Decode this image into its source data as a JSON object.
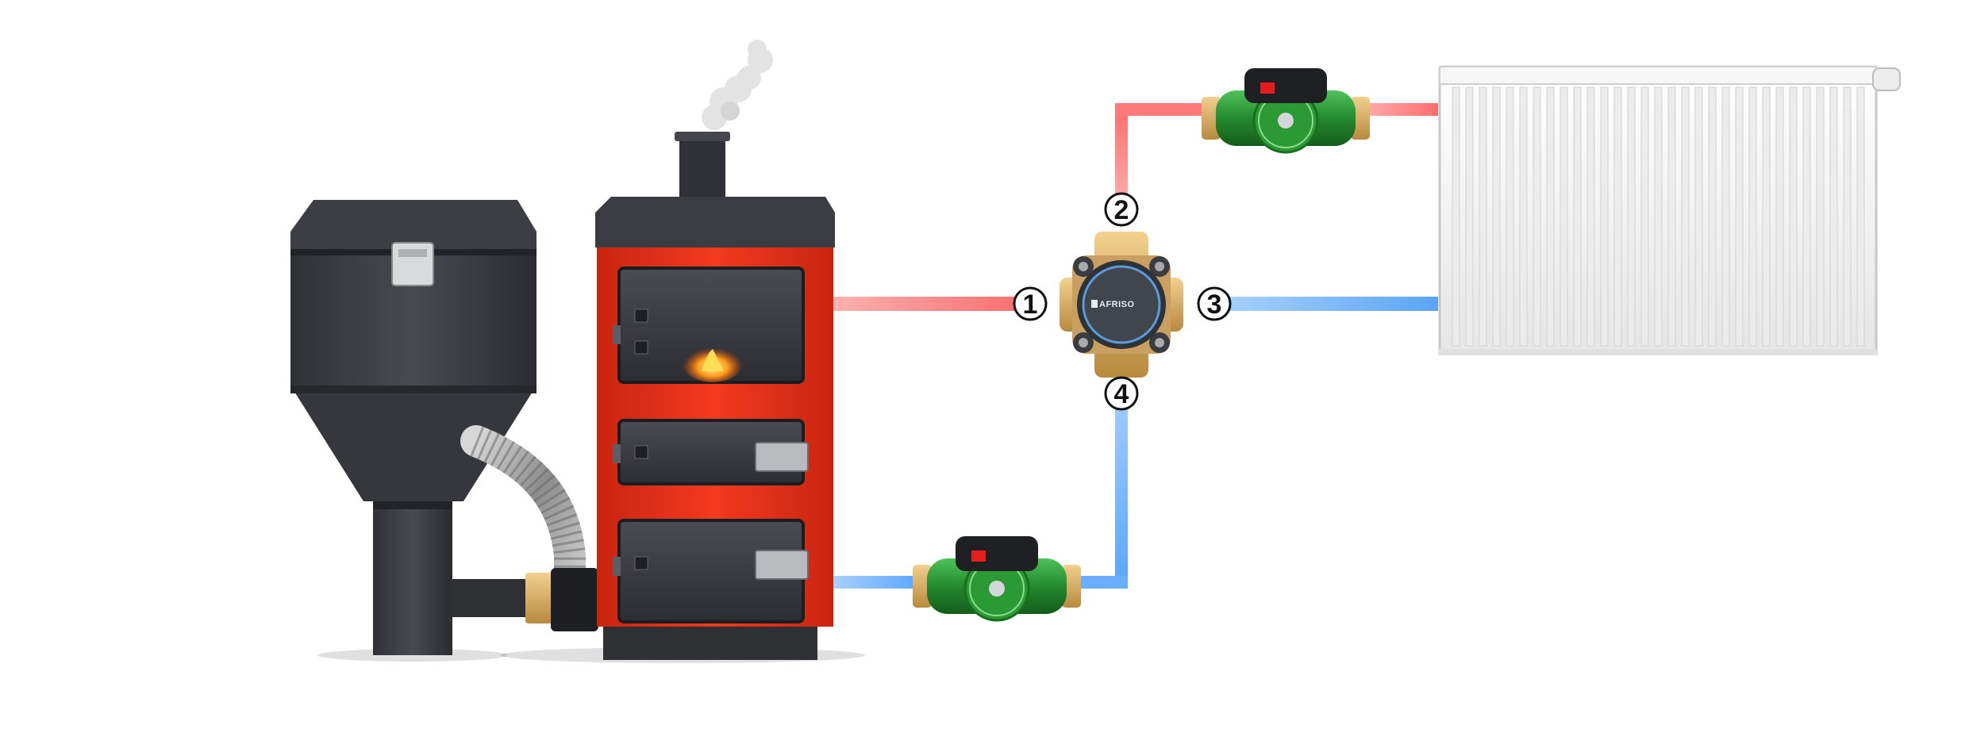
{
  "diagram": {
    "colors": {
      "hot_pipe": "#ff6b6b",
      "cold_pipe": "#5aa5ff",
      "boiler_body": "#e8321a",
      "boiler_dark": "#2f3136",
      "hopper": "#3b3d42",
      "pump_green": "#2f9a3a",
      "valve_brass": "#d8b27a",
      "radiator": "#f4f4f4"
    },
    "ports": [
      {
        "id": "port-1",
        "label": "1"
      },
      {
        "id": "port-2",
        "label": "2"
      },
      {
        "id": "port-3",
        "label": "3"
      },
      {
        "id": "port-4",
        "label": "4"
      }
    ],
    "valve": {
      "brand": "AFRISO"
    },
    "icons": [
      "pellet-hopper-icon",
      "boiler-icon",
      "chimney-smoke-icon",
      "flame-icon",
      "circulation-pump-icon",
      "four-way-mixing-valve-icon",
      "radiator-icon",
      "auger-feeder-icon"
    ]
  }
}
